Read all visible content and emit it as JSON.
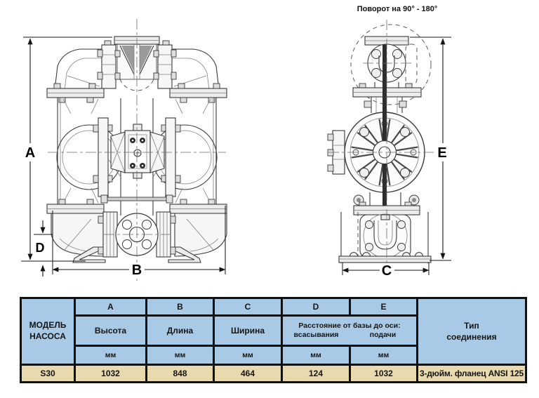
{
  "drawing": {
    "rotation_note": "Поворот на 90° - 180°",
    "dim_labels": {
      "A": "A",
      "B": "B",
      "C": "C",
      "D": "D",
      "E": "E"
    }
  },
  "table": {
    "model_header_line1": "МОДЕЛЬ",
    "model_header_line2": "НАСОСА",
    "connection_header_line1": "Тип",
    "connection_header_line2": "соединения",
    "de_header": {
      "title": "Расстояние от базы до оси:",
      "left": "всасывания",
      "right": "подачи"
    },
    "columns": [
      {
        "letter": "A",
        "name": "Высота",
        "unit": "мм",
        "value": "1032"
      },
      {
        "letter": "B",
        "name": "Длина",
        "unit": "мм",
        "value": "848"
      },
      {
        "letter": "C",
        "name": "Ширина",
        "unit": "мм",
        "value": "464"
      },
      {
        "letter": "D",
        "unit": "мм",
        "value": "124"
      },
      {
        "letter": "E",
        "unit": "мм",
        "value": "1032"
      }
    ],
    "row": {
      "model": "S30",
      "connection": "3-дюйм. фланец ANSI 125"
    }
  },
  "colors": {
    "header_bg": "#a9cae6",
    "data_row_bg": "#e9d9ae",
    "border": "#111111",
    "line": "#3a3a3a"
  }
}
